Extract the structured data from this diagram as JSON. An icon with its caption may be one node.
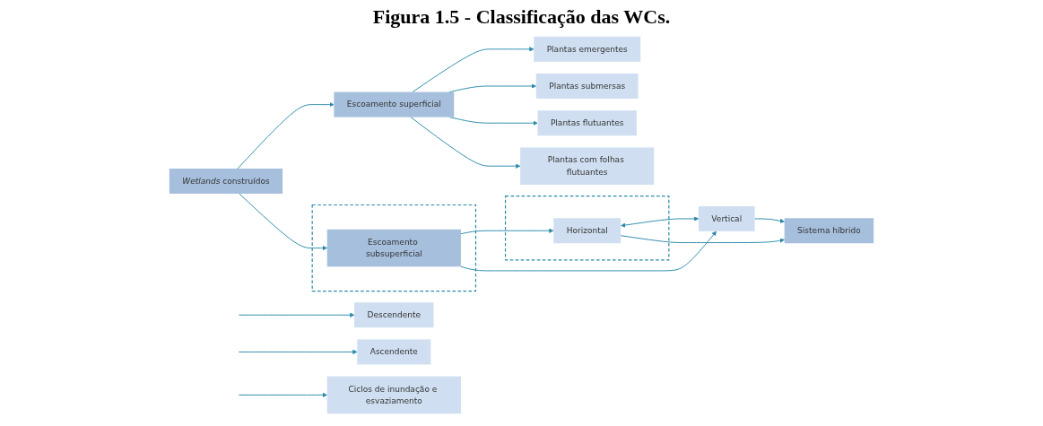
{
  "diagram": {
    "title": "Figura  1.5 - Classificação das WCs.",
    "nodes": [
      {
        "text": [
          "*Wetlands* construídos"
        ]
      },
      {
        "text": [
          "Escoamento superficial"
        ]
      },
      {
        "text": [
          "Plantas emergentes"
        ]
      },
      {
        "text": [
          "Plantas submersas"
        ]
      },
      {
        "text": [
          "Plantas flutuantes"
        ]
      },
      {
        "text": [
          "Plantas com folhas flutuantes"
        ]
      },
      {
        "text": [],
        "shape": "ellipse"
      },
      {
        "text": [
          "Escoamento subsuperficial"
        ],
        "in": 6
      },
      {
        "text": [],
        "shape": "ellipse"
      },
      {
        "text": [
          "Horizontal"
        ],
        "in": 8
      },
      {
        "text": [
          "Vertical"
        ]
      },
      {
        "text": [
          "Sistema híbrido"
        ]
      },
      {
        "text": [
          "Descendente"
        ]
      },
      {
        "text": [
          "Ascendente"
        ]
      },
      {
        "text": [
          "Ciclos de inundação e esvaziamento"
        ]
      }
    ],
    "edges": [
      {
        "from": 0,
        "to": 1,
        "arrow": "to"
      },
      {
        "from": 0,
        "to": 7,
        "arrow": "to"
      },
      {
        "from": 1,
        "to": 2,
        "arrow": "to"
      },
      {
        "from": 1,
        "to": 3,
        "arrow": "to"
      },
      {
        "from": 1,
        "to": 4,
        "arrow": "to"
      },
      {
        "from": 1,
        "to": 5,
        "arrow": "to"
      },
      {
        "from": 7,
        "to": 9,
        "arrow": "to"
      },
      {
        "from": 7,
        "to": 10,
        "arrow": "to"
      },
      {
        "from": 9,
        "to": 10,
        "arrow": "both"
      },
      {
        "from": 9,
        "to": 11,
        "arrow": "to"
      },
      {
        "from": 10,
        "to": 11,
        "arrow": "to"
      },
      {
        "from": null,
        "to": 12,
        "arrow": "to"
      },
      {
        "from": null,
        "to": 13,
        "arrow": "to"
      },
      {
        "from": null,
        "to": 14,
        "arrow": "to"
      }
    ]
  }
}
